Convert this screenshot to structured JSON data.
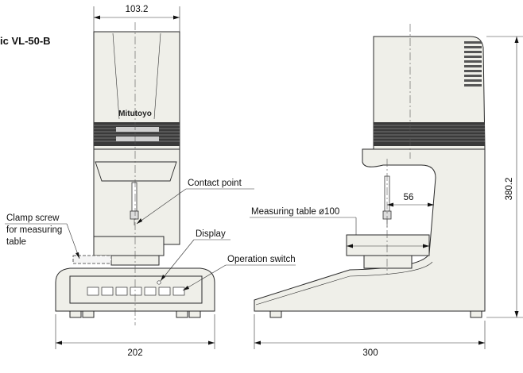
{
  "title": "ic VL-50-B",
  "brand_text": "Mitutoyo",
  "dimensions": {
    "front_top_width": "103.2",
    "front_base_width": "202",
    "side_base_width": "300",
    "total_height": "380.2",
    "stylus_offset": "56"
  },
  "callouts": {
    "contact_point": "Contact point",
    "display": "Display",
    "operation_switch": "Operation switch",
    "measuring_table": "Measuring table ø100",
    "clamp_screw_line1": "Clamp screw",
    "clamp_screw_line2": "for measuring",
    "clamp_screw_line3": "table"
  },
  "colors": {
    "body_fill": "#efefe9",
    "outline": "#2a2a2a",
    "band_dark": "#3a3a3a"
  }
}
